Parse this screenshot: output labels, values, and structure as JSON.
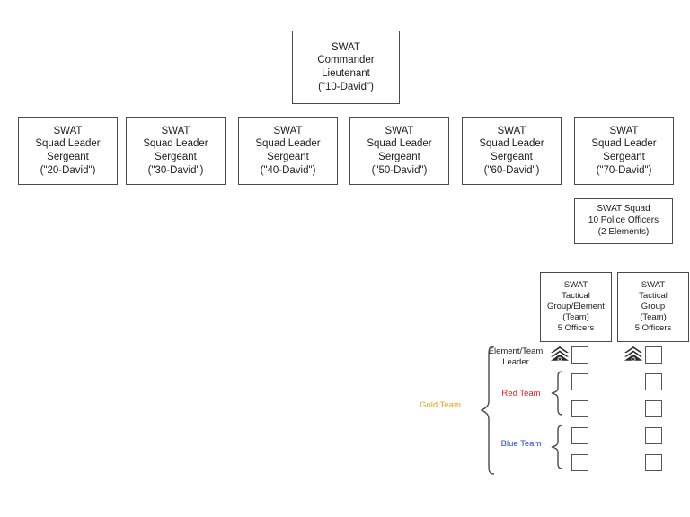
{
  "diagram": {
    "title": "SWAT Organization Chart",
    "background_color": "#ffffff",
    "box_border_color": "#4a4a4a"
  },
  "commander": {
    "line1": "SWAT",
    "line2": "Commander",
    "line3": "Lieutenant",
    "line4": "(\"10-David\")"
  },
  "squad_leaders": [
    {
      "line1": "SWAT",
      "line2": "Squad Leader",
      "line3": "Sergeant",
      "line4": "(\"20-David\")"
    },
    {
      "line1": "SWAT",
      "line2": "Squad Leader",
      "line3": "Sergeant",
      "line4": "(\"30-David\")"
    },
    {
      "line1": "SWAT",
      "line2": "Squad Leader",
      "line3": "Sergeant",
      "line4": "(\"40-David\")"
    },
    {
      "line1": "SWAT",
      "line2": "Squad Leader",
      "line3": "Sergeant",
      "line4": "(\"50-David\")"
    },
    {
      "line1": "SWAT",
      "line2": "Squad Leader",
      "line3": "Sergeant",
      "line4": "(\"60-David\")"
    },
    {
      "line1": "SWAT",
      "line2": "Squad Leader",
      "line3": "Sergeant",
      "line4": "(\"70-David\")"
    }
  ],
  "squad_summary": {
    "line1": "SWAT Squad",
    "line2": "10 Police Officers",
    "line3": "(2 Elements)"
  },
  "tactical_groups": [
    {
      "line1": "SWAT",
      "line2": "Tactical",
      "line3": "Group/Element (Team)",
      "line4": "5 Officers"
    },
    {
      "line1": "SWAT",
      "line2": "Tactical",
      "line3": "Group",
      "line4": "(Team)",
      "line5": "5 Officers"
    }
  ],
  "team_labels": {
    "element_team_leader": "Element/Team\nLeader",
    "gold_team": "Gold Team",
    "red_team": "Red Team",
    "blue_team": "Blue Team"
  },
  "colors": {
    "gold": "#e8a317",
    "red": "#e02020",
    "blue": "#2146d8",
    "box_outline": "#4a4a4a",
    "square_outline": "#555555"
  },
  "officer_squares": {
    "column_a_count": 5,
    "column_b_count": 5,
    "leader_insignia": "sergeant-chevron"
  }
}
